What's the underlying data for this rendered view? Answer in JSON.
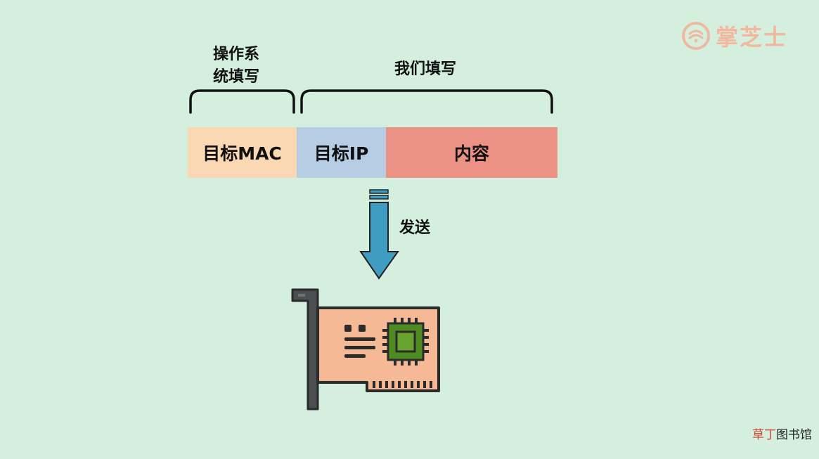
{
  "labels": {
    "os_fill": "操作系\n统填写",
    "we_fill": "我们填写",
    "send": "发送"
  },
  "packet": {
    "mac": "目标MAC",
    "ip": "目标IP",
    "content": "内容"
  },
  "logo": {
    "text": "掌芝士"
  },
  "watermark": {
    "part1": "草丁",
    "part2": "图书馆"
  },
  "colors": {
    "background": "#d5efdf",
    "mac_field": "#fbd8b4",
    "ip_field": "#b6cde4",
    "content_field": "#ec9284",
    "arrow": "#3f9dc1",
    "nic_board": "#f6b996",
    "chip_green": "#4d8a1f"
  },
  "icons": [
    "send-down-arrow-icon",
    "network-card-icon",
    "logo-icon"
  ]
}
